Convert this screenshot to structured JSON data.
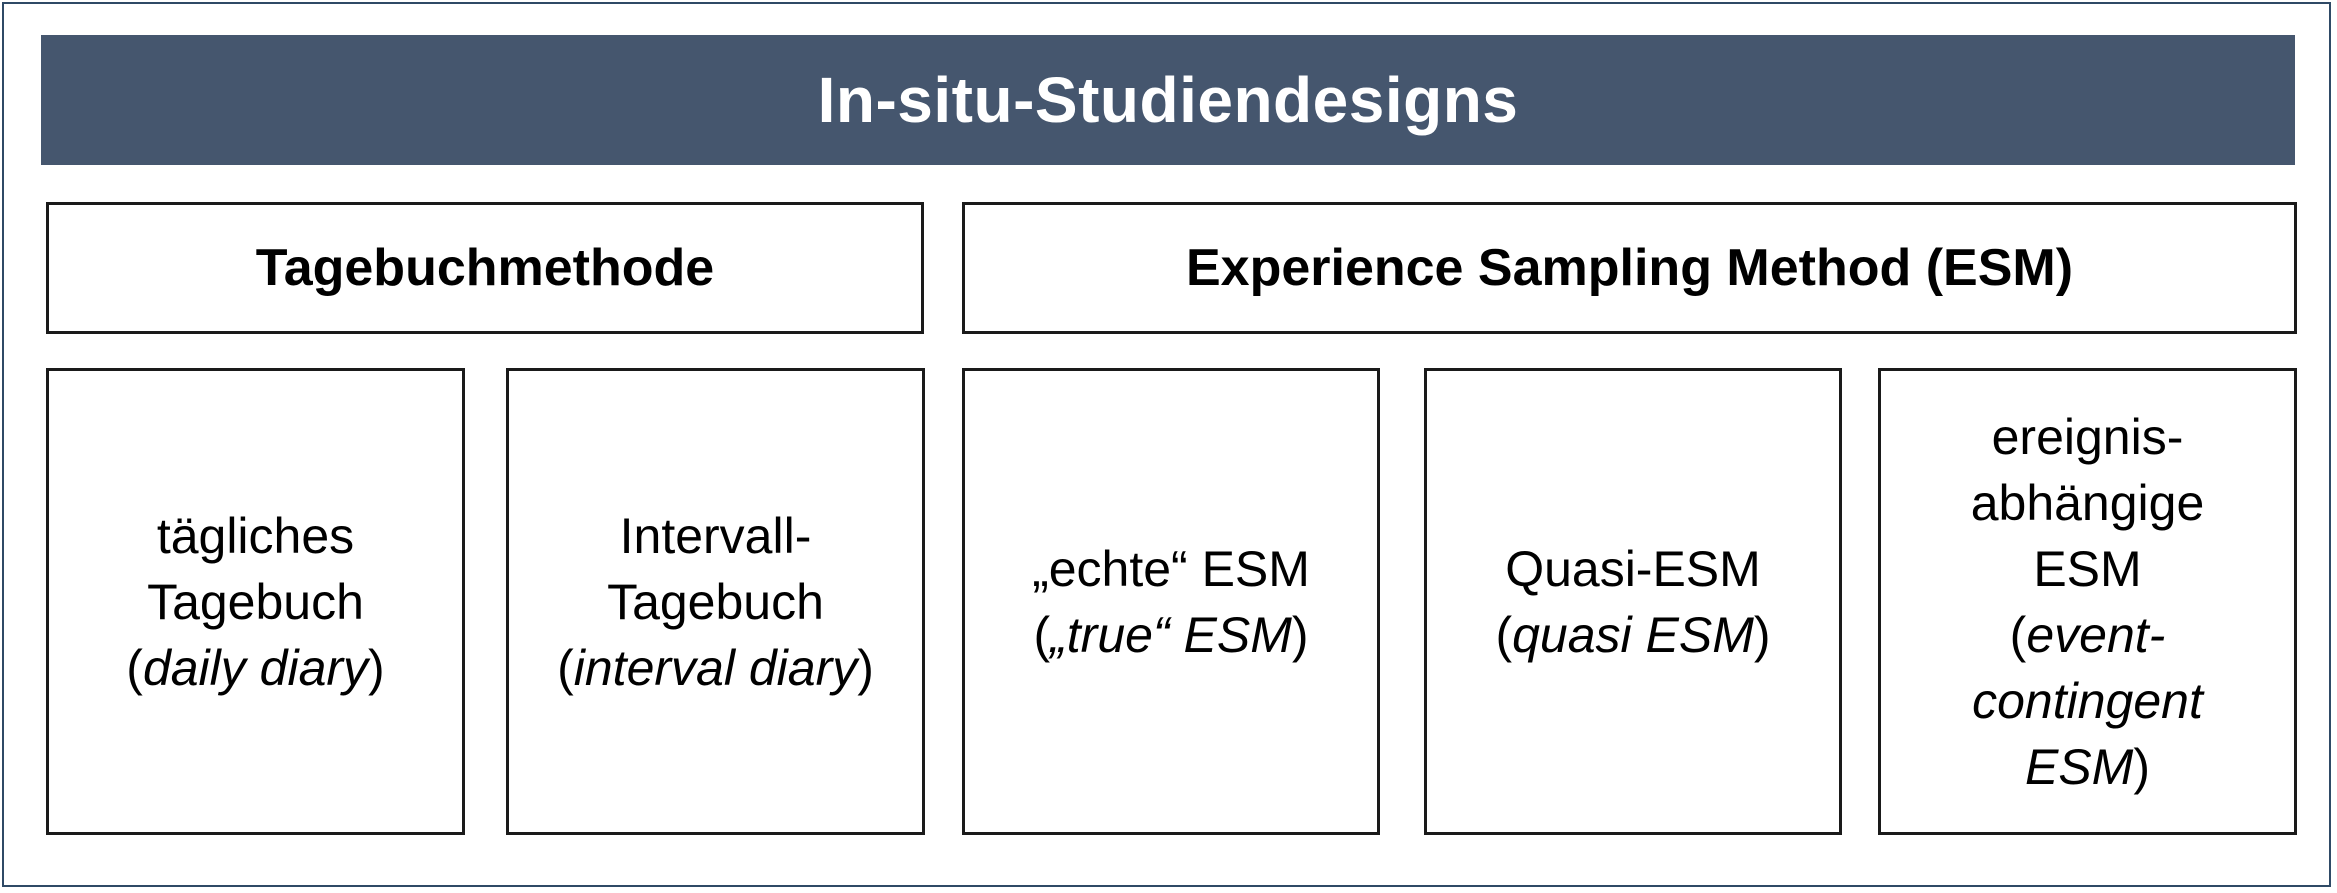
{
  "title": "In-situ-Studiendesigns",
  "colors": {
    "banner": "#45566e",
    "frame": "#2f4a66",
    "box_border": "#1a1a1a"
  },
  "categories": [
    {
      "label": "Tagebuchmethode",
      "items": [
        {
          "line1": "tägliches",
          "line2": "Tagebuch",
          "open": "(",
          "en": "daily diary",
          "close": ")"
        },
        {
          "line1": "Intervall-",
          "line2": "Tagebuch",
          "open": "(",
          "en": "interval diary",
          "close": ")"
        }
      ]
    },
    {
      "label": "Experience Sampling Method (ESM)",
      "items": [
        {
          "line1": "„echte“ ESM",
          "open": "(",
          "en": "„true“ ESM",
          "close": ")"
        },
        {
          "line1": "Quasi-ESM",
          "open": "(",
          "en": "quasi ESM",
          "close": ")"
        },
        {
          "line1": "ereignis-",
          "line2": "abhängige",
          "line3": "ESM",
          "open": "(",
          "en1": "event-",
          "en2": "contingent",
          "en3": "ESM",
          "close": ")"
        }
      ]
    }
  ]
}
